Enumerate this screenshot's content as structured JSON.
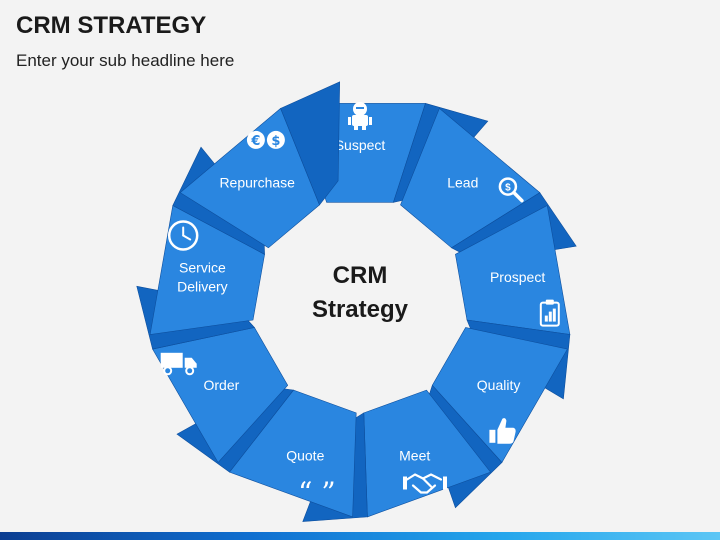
{
  "slide": {
    "title": "CRM STRATEGY",
    "subtitle": "Enter your sub headline here"
  },
  "center": {
    "line1": "CRM",
    "line2": "Strategy"
  },
  "colors": {
    "front": "#2a86e0",
    "side": "#1265c0",
    "edge": "#0d4f9e",
    "text": "#ffffff"
  },
  "segments": [
    {
      "id": "suspect",
      "label": [
        "Suspect"
      ],
      "icon": "robot-icon"
    },
    {
      "id": "lead",
      "label": [
        "Lead"
      ],
      "icon": "search-dollar-icon"
    },
    {
      "id": "prospect",
      "label": [
        "Prospect"
      ],
      "icon": "clipboard-chart-icon"
    },
    {
      "id": "quality",
      "label": [
        "Quality"
      ],
      "icon": "thumbs-up-icon"
    },
    {
      "id": "meet",
      "label": [
        "Meet"
      ],
      "icon": "handshake-icon"
    },
    {
      "id": "quote",
      "label": [
        "Quote"
      ],
      "icon": "quote-marks-icon"
    },
    {
      "id": "order",
      "label": [
        "Order"
      ],
      "icon": "truck-icon"
    },
    {
      "id": "service",
      "label": [
        "Service",
        "Delivery"
      ],
      "icon": "clock-icon"
    },
    {
      "id": "repurchase",
      "label": [
        "Repurchase"
      ],
      "icon": "euro-dollar-icon"
    }
  ]
}
